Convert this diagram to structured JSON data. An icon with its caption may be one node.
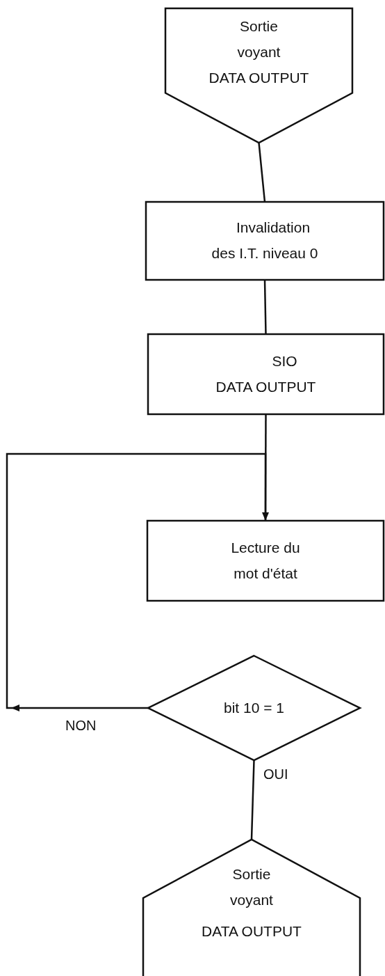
{
  "diagram": {
    "nodes": [
      {
        "text": [
          "Sortie voyant",
          "DATA OUTPUT"
        ]
      },
      {
        "text": [
          "Invalidation des I.T. niveau 0"
        ]
      },
      {
        "text": [
          "SIO DATA OUTPUT"
        ]
      },
      {
        "text": [
          "Lecture du mot d'état"
        ]
      },
      {
        "text": [
          "bit 10 = 1"
        ]
      },
      {
        "text": [
          "Sortie voyant",
          "DATA OUTPUT"
        ]
      }
    ],
    "edges": [
      {
        "from": 0,
        "to": 1,
        "arrow": "none"
      },
      {
        "from": 1,
        "to": 2,
        "arrow": "none"
      },
      {
        "from": 2,
        "to": 3,
        "arrow": "none"
      },
      {
        "from": 4,
        "to": 3,
        "arrow": "to",
        "label": "NON"
      },
      {
        "from": 4,
        "to": 5,
        "arrow": "none",
        "label": "OUI"
      }
    ]
  }
}
